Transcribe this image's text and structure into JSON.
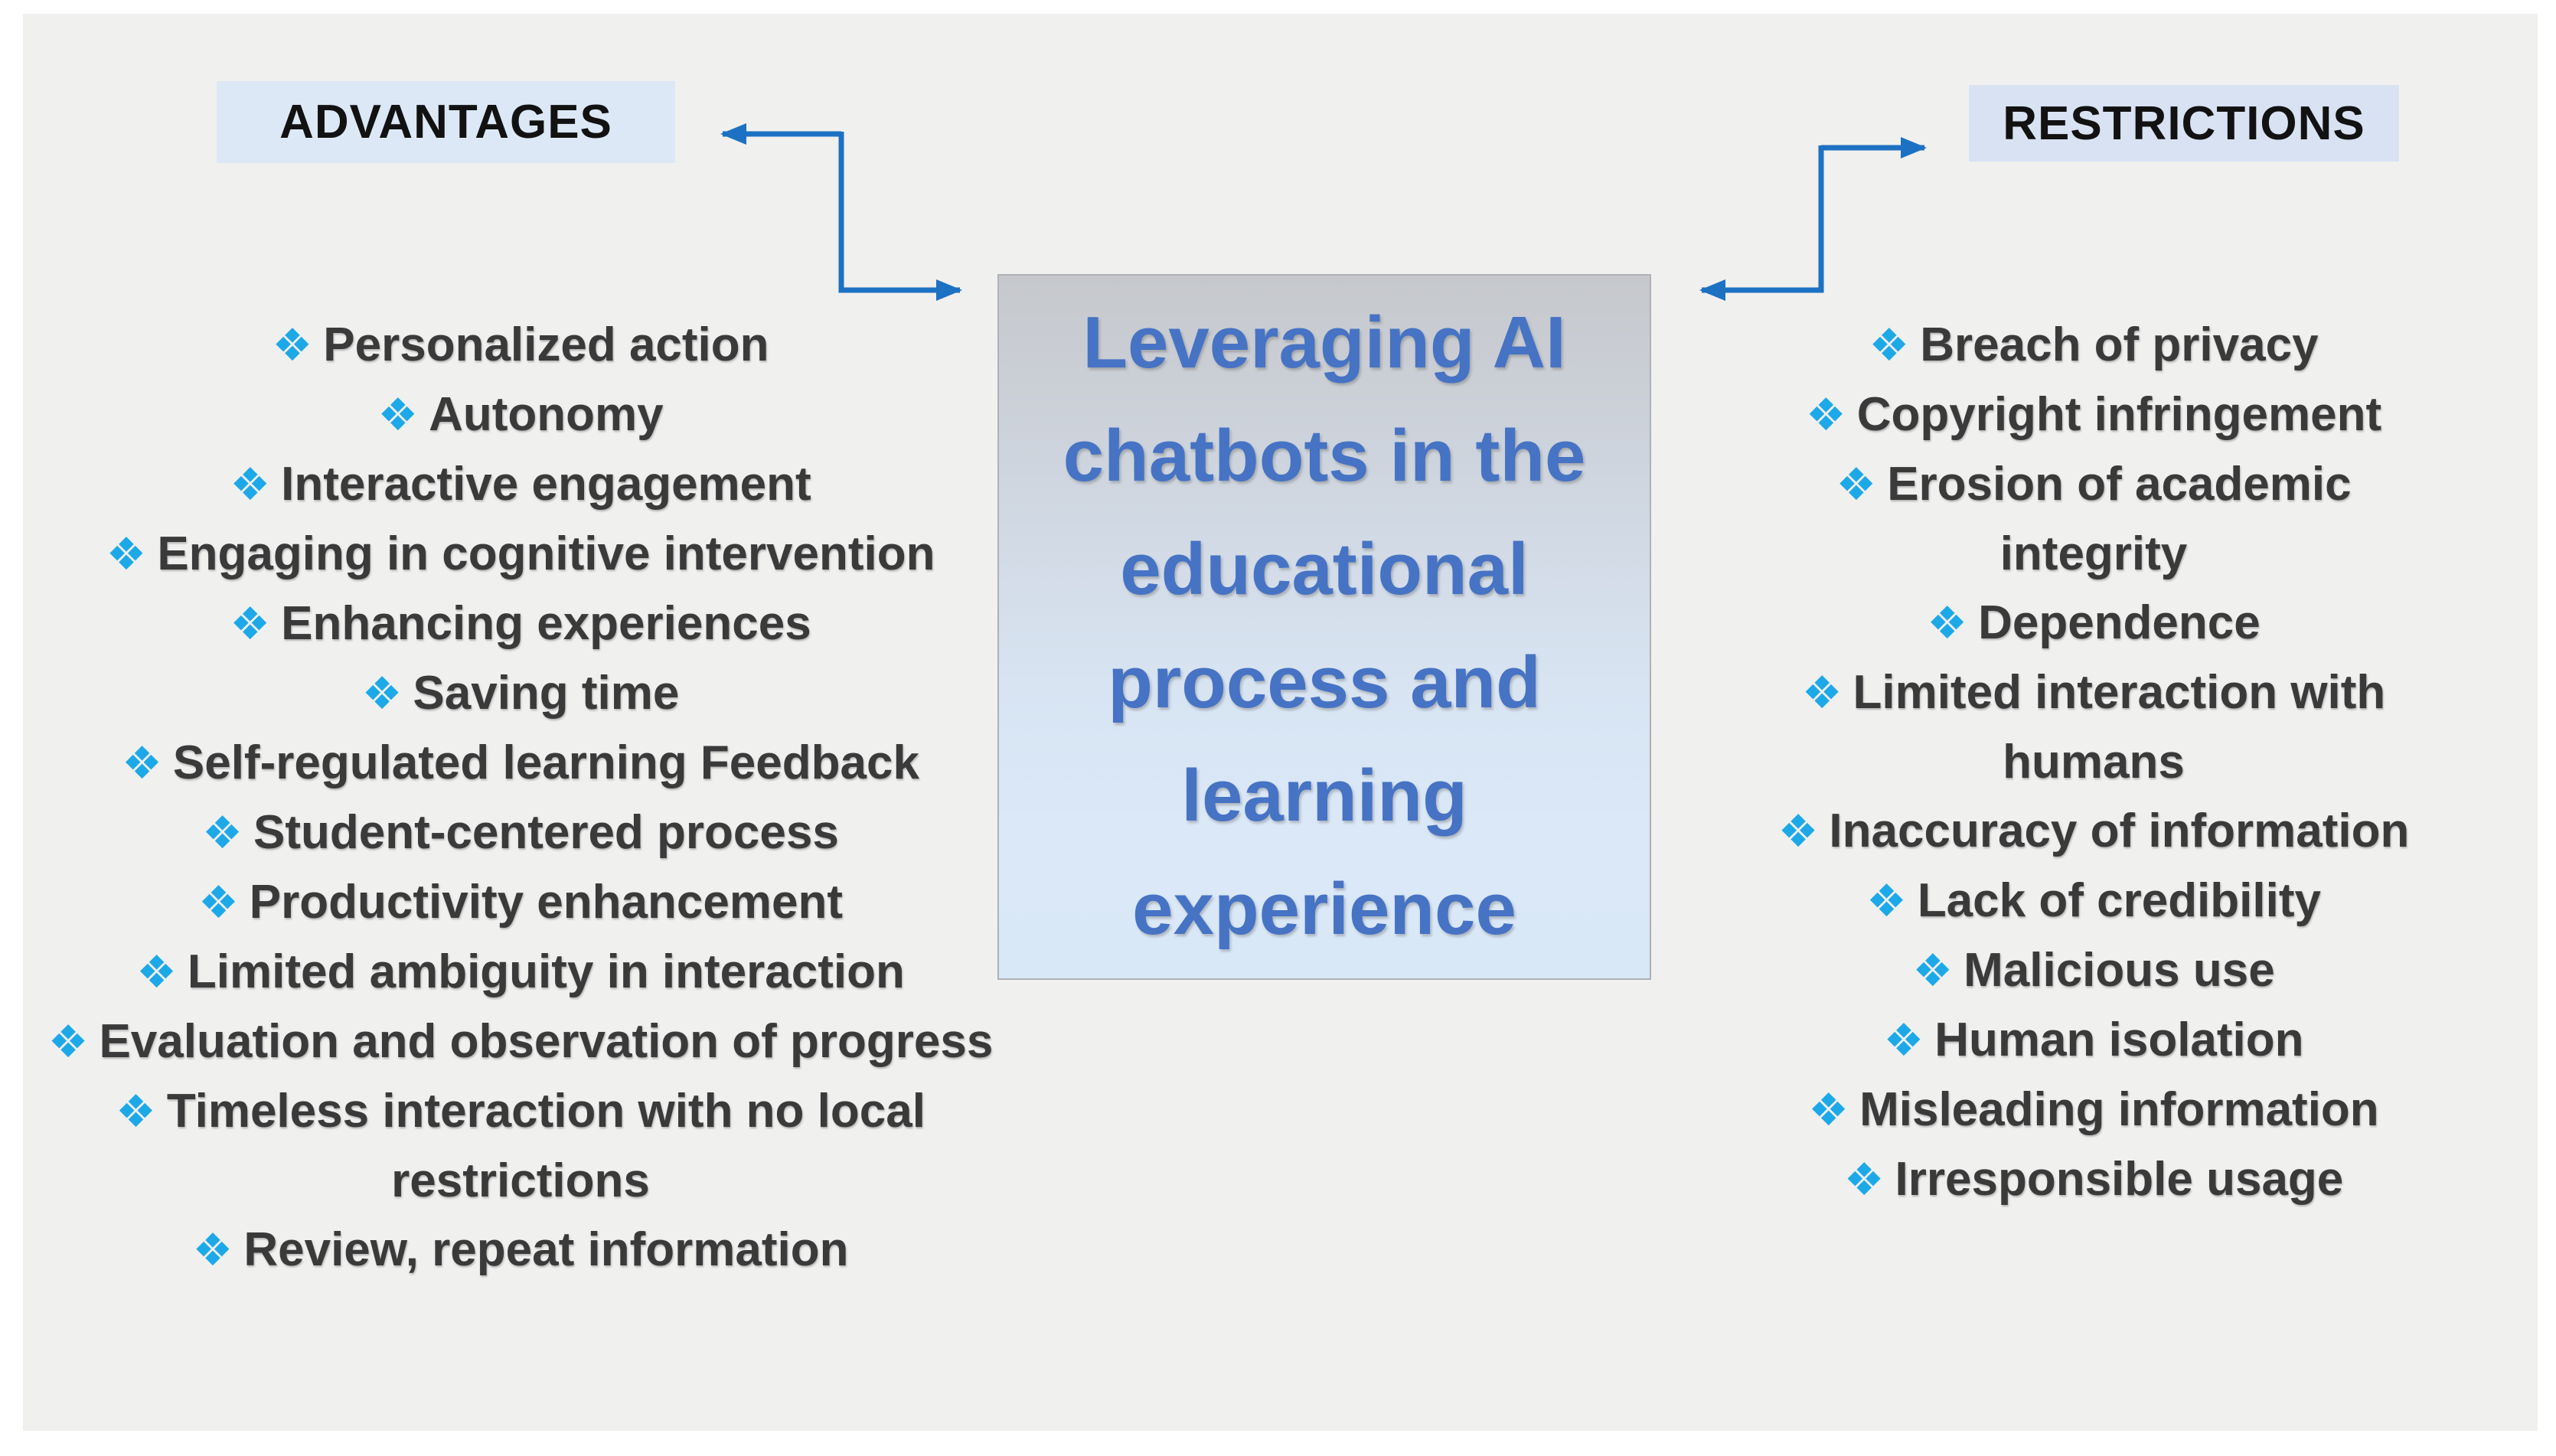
{
  "diagram": {
    "bullet_glyph": "❖",
    "colors": {
      "canvas_background": "#f0f0ef",
      "page_margin": "#ffffff",
      "advantages_header_fill": "#dce8f6",
      "restrictions_header_fill": "#d9e2f2",
      "center_box_gradient_top": "#c6c8cc",
      "center_box_gradient_bottom": "#d9e8f7",
      "center_box_border": "#aeb1b5",
      "title_text": "#4673c4",
      "list_text": "#3a3a3a",
      "header_text": "#121212",
      "arrow_blue": "#1d71c2",
      "bullet_cyan": "#1da9e8"
    },
    "center": {
      "title": "Leveraging AI chatbots in the educational process and learning experience",
      "title_lines": [
        "Leveraging AI",
        "chatbots in the",
        "educational",
        "process and",
        "learning",
        "experience"
      ]
    },
    "advantages": {
      "header": "ADVANTAGES",
      "items": [
        "Personalized action",
        "Autonomy",
        "Interactive engagement",
        "Engaging in cognitive intervention",
        "Enhancing experiences",
        "Saving time",
        "Self-regulated learning Feedback",
        "Student-centered process",
        "Productivity enhancement",
        "Limited ambiguity in interaction",
        "Evaluation and observation of progress",
        "Timeless interaction with no local restrictions",
        "Review, repeat information"
      ]
    },
    "restrictions": {
      "header": "RESTRICTIONS",
      "items": [
        "Breach of privacy",
        "Copyright infringement",
        "Erosion of academic integrity",
        "Dependence",
        "Limited interaction with humans",
        "Inaccuracy of information",
        "Lack of credibility",
        "Malicious use",
        "Human isolation",
        "Misleading information",
        "Irresponsible usage"
      ]
    }
  }
}
